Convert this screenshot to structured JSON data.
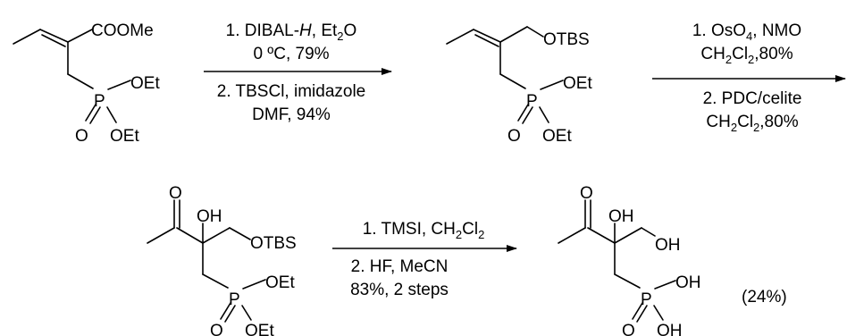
{
  "molecules": {
    "m1": {
      "ester": "COOMe",
      "oet_a": "OEt",
      "p": "P",
      "o": "O",
      "oet_b": "OEt"
    },
    "m2": {
      "otbs": "OTBS",
      "oet_a": "OEt",
      "p": "P",
      "o": "O",
      "oet_b": "OEt"
    },
    "m3": {
      "o_ketone": "O",
      "oh": "OH",
      "otbs": "OTBS",
      "oet_a": "OEt",
      "p": "P",
      "o": "O",
      "oet_b": "OEt"
    },
    "m4": {
      "o_ketone": "O",
      "oh_a": "OH",
      "oh_b": "OH",
      "oh_c": "OH",
      "p": "P",
      "o": "O",
      "oh_d": "OH",
      "yield": "(24%)"
    }
  },
  "steps": {
    "s1": {
      "l1_a": "1. DIBAL-",
      "l1_b": "H",
      "l1_c": ", Et",
      "l1_d": "2",
      "l1_e": "O",
      "l2": "0 ºC, 79%",
      "l3": "2. TBSCl, imidazole",
      "l4": "DMF, 94%"
    },
    "s2": {
      "l1_a": "1. OsO",
      "l1_b": "4",
      "l1_c": ", NMO",
      "l2_a": "CH",
      "l2_b": "2",
      "l2_c": "Cl",
      "l2_d": "2",
      "l2_e": ",80%",
      "l3": "2. PDC/celite",
      "l4_a": "CH",
      "l4_b": "2",
      "l4_c": "Cl",
      "l4_d": "2",
      "l4_e": ",80%"
    },
    "s3": {
      "l1_a": "1. TMSI, CH",
      "l1_b": "2",
      "l1_c": "Cl",
      "l1_d": "2",
      "l2": "2. HF, MeCN",
      "l3": "83%, 2 steps"
    }
  }
}
